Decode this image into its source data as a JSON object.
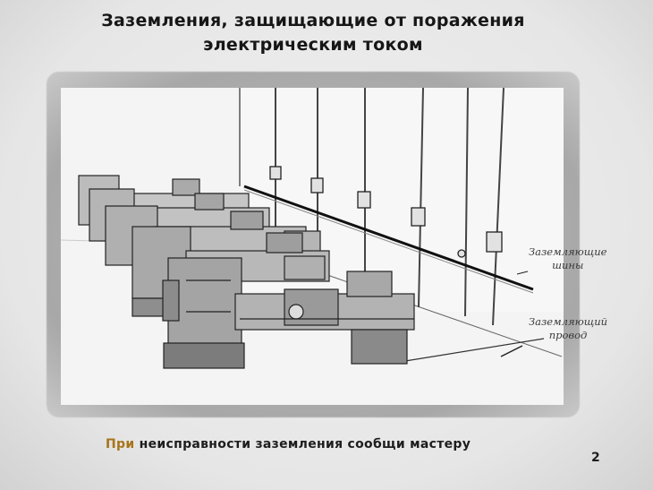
{
  "title": {
    "line1": "Заземления, защищающие от поражения",
    "line2": "электрическим током"
  },
  "labels": {
    "busbars_line1": "Заземляющие",
    "busbars_line2": "шины",
    "wire_line1": "Заземляющий",
    "wire_line2": "провод"
  },
  "footer": {
    "first_word": "При",
    "rest": " неисправности заземления сообщи мастеру"
  },
  "page_number": "2",
  "colors": {
    "text": "#161616",
    "accent": "#a8741a",
    "drawing": "#2a2a2a"
  }
}
